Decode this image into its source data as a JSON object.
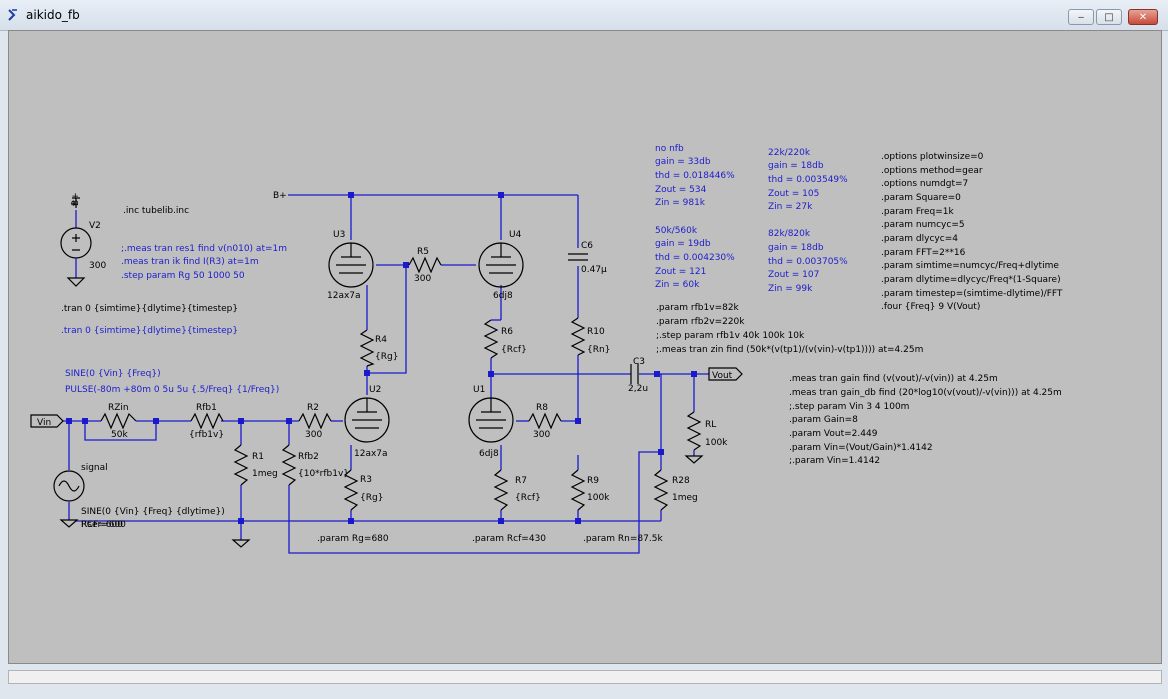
{
  "window": {
    "title": "aikido_fb",
    "buttons": {
      "minimize": "‒",
      "maximize": "□",
      "close": "✕"
    }
  },
  "schematic": {
    "power_label": "B+",
    "v2": {
      "name": "V2",
      "value": "300"
    },
    "include": ".inc tubelib.inc",
    "meas_lines": [
      ";.meas tran res1 find v(n010) at=1m",
      ".meas tran ik find I(R3) at=1m",
      ".step param Rg 50 1000 50"
    ],
    "tran1": ".tran 0 {simtime}{dlytime}{timestep}",
    "tran2": ".tran 0 {simtime}{dlytime}{timestep}",
    "source_lines": [
      "SINE(0 {Vin} {Freq})",
      "PULSE(-80m +80m 0 5u 5u {.5/Freq} {1/Freq})"
    ],
    "vin_label": "Vin",
    "vout_label": "Vout",
    "signal": {
      "name": "signal",
      "value": "SINE(0 {Vin} {Freq} {dlytime})",
      "rser": "Rser=600",
      "rcf": "RCF=600"
    },
    "U3": {
      "name": "U3",
      "model": "12ax7a"
    },
    "U4": {
      "name": "U4",
      "model": "6dj8"
    },
    "U2": {
      "name": "U2",
      "model": "12ax7a"
    },
    "U1": {
      "name": "U1",
      "model": "6dj8"
    },
    "R5": {
      "name": "R5",
      "value": "300"
    },
    "R4": {
      "name": "R4",
      "value": "{Rg}"
    },
    "R6": {
      "name": "R6",
      "value": "{Rcf}"
    },
    "R10": {
      "name": "R10",
      "value": "{Rn}"
    },
    "C6": {
      "name": "C6",
      "value": "0.47μ"
    },
    "C3": {
      "name": "C3",
      "value": "2,2u"
    },
    "RZin": {
      "name": "RZin",
      "value": "50k"
    },
    "Rfb1": {
      "name": "Rfb1",
      "value": "{rfb1v}"
    },
    "R2": {
      "name": "R2",
      "value": "300"
    },
    "R1": {
      "name": "R1",
      "value": "1meg"
    },
    "Rfb2": {
      "name": "Rfb2",
      "value": "{10*rfb1v}"
    },
    "R3": {
      "name": "R3",
      "value": "{Rg}"
    },
    "R8": {
      "name": "R8",
      "value": "300"
    },
    "R7": {
      "name": "R7",
      "value": "{Rcf}"
    },
    "R9": {
      "name": "R9",
      "value": "100k"
    },
    "R28": {
      "name": "R28",
      "value": "1meg"
    },
    "RL": {
      "name": "RL",
      "value": "100k"
    },
    "param_rg": ".param Rg=680",
    "param_rcf": ".param Rcf=430",
    "param_rn": ".param Rn=87.5k",
    "fb_params": [
      ".param rfb1v=82k",
      ".param rfb2v=220k",
      ";.step param rfb1v 40k 100k 10k",
      ";.meas tran zin find (50k*(v(tp1)/(v(vin)-v(tp1)))) at=4.25m"
    ],
    "results": [
      {
        "title": "no nfb",
        "lines": [
          "gain = 33db",
          "thd  = 0.018446%",
          "Zout = 534",
          "Zin  = 981k"
        ]
      },
      {
        "title": "22k/220k",
        "lines": [
          "gain = 18db",
          "thd  = 0.003549%",
          "Zout = 105",
          "Zin  =  27k"
        ]
      },
      {
        "title": "50k/560k",
        "lines": [
          "gain = 19db",
          "thd  = 0.004230%",
          "Zout = 121",
          "Zin  = 60k"
        ]
      },
      {
        "title": "82k/820k",
        "lines": [
          "gain = 18db",
          "thd  = 0.003705%",
          "Zout = 107",
          "Zin  =  99k"
        ]
      }
    ],
    "options": [
      ".options plotwinsize=0",
      ".options method=gear",
      ".options numdgt=7",
      ".param Square=0",
      ".param Freq=1k",
      ".param numcyc=5",
      ".param dlycyc=4",
      ".param FFT=2**16",
      ".param simtime=numcyc/Freq+dlytime",
      ".param dlytime=dlycyc/Freq*(1-Square)",
      ".param timestep=(simtime-dlytime)/FFT",
      ".four {Freq} 9 V(Vout)"
    ],
    "gain_meas": [
      ".meas tran gain find (v(vout)/-v(vin)) at 4.25m",
      ".meas tran gain_db find (20*log10(v(vout)/-v(vin))) at 4.25m",
      ";.step param Vin 3 4 100m",
      ".param Gain=8",
      ".param Vout=2.449",
      ".param Vin=(Vout/Gain)*1.4142",
      ";.param Vin=1.4142"
    ]
  }
}
